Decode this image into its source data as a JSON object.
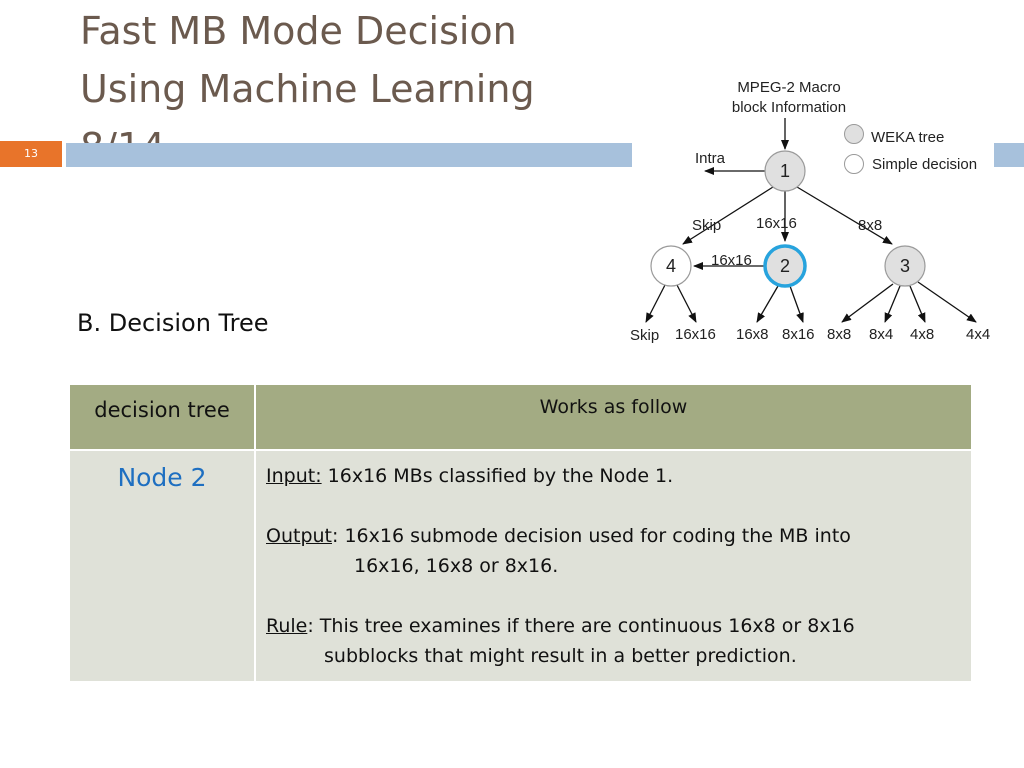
{
  "slide": {
    "title_lines": [
      "Fast MB Mode Decision",
      "Using Machine Learning",
      "8/14"
    ],
    "number": "13",
    "subheading": "B. Decision Tree"
  },
  "diagram": {
    "input_label_lines": [
      "MPEG-2 Macro",
      "block Information"
    ],
    "legend": [
      "WEKA tree",
      "Simple decision"
    ],
    "nodes": [
      "1",
      "2",
      "3",
      "4"
    ],
    "edge_labels": {
      "intra": "Intra",
      "skip": "Skip",
      "n1_to_2": "16x16",
      "n1_to_3": "8x8",
      "n2_to_4": "16x16"
    },
    "leaves": [
      "Skip",
      "16x16",
      "16x8",
      "8x16",
      "8x8",
      "8x4",
      "4x8",
      "4x4"
    ],
    "colors": {
      "node_fill": "#e0e0e0",
      "node_stroke": "#9a9a9a",
      "highlight": "#27a3dd"
    }
  },
  "table": {
    "headers": [
      "decision tree",
      "Works as follow"
    ],
    "row": {
      "node": "Node 2",
      "input_label": "Input:",
      "input_text": " 16x16 MBs classified by the Node 1.",
      "output_label": "Output",
      "output_text": ": 16x16 submode decision used for coding the MB into",
      "output_cont": "16x16, 16x8 or 8x16.",
      "rule_label": "Rule",
      "rule_text": ": This tree examines if there are continuous 16x8 or 8x16",
      "rule_cont": "subblocks that might result in a better prediction."
    }
  }
}
